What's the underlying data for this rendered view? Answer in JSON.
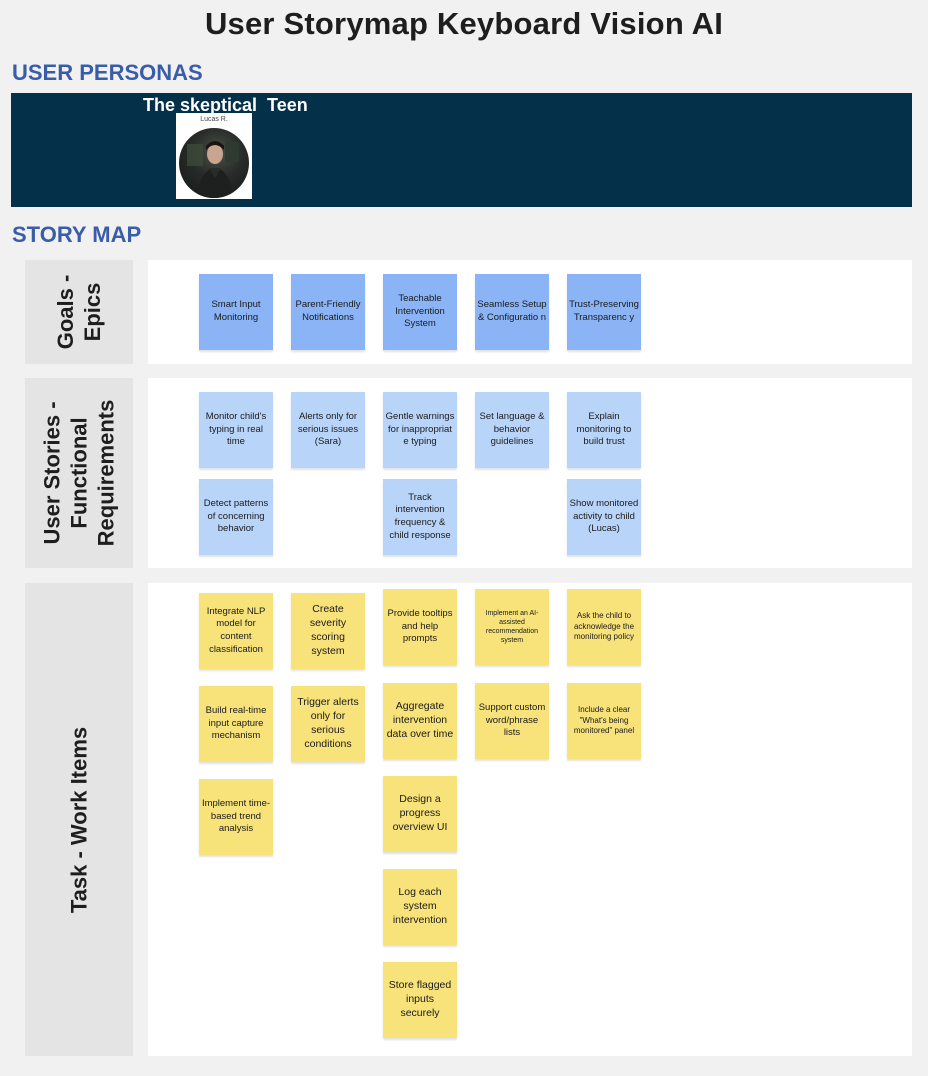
{
  "title": "User Storymap Keyboard Vision AI",
  "sections": {
    "personas_label": "USER PERSONAS",
    "storymap_label": "STORY MAP"
  },
  "persona": {
    "title": "The skeptical  Teen",
    "name": "Lucas R."
  },
  "rows": {
    "goals_label": "Goals -\nEpics",
    "stories_label": "User Stories -\nFunctional\nRequirements",
    "tasks_label": "Task - Work Items"
  },
  "epics": [
    "Smart Input Monitoring",
    "Parent-Friendly Notifications",
    "Teachable Intervention System",
    "Seamless Setup & Configuratio n",
    "Trust-Preserving Transparenc y"
  ],
  "stories": [
    "Monitor child's typing in real time",
    "Alerts only for serious issues (Sara)",
    "Gentle warnings for inappropriat e typing",
    "Set language & behavior guidelines",
    "Explain monitoring to build trust",
    "Detect patterns of concerning behavior",
    "Track intervention frequency & child response",
    "Show monitored activity to child (Lucas)"
  ],
  "tasks": [
    "Integrate NLP model for content classification",
    "Build real-time input capture mechanism",
    "Implement time-based trend analysis",
    "Create severity scoring system",
    "Trigger alerts only for serious conditions",
    "Provide tooltips and help prompts",
    "Aggregate intervention data over time",
    "Design a progress overview UI",
    "Log each system intervention",
    "Store flagged inputs securely",
    "Implement an AI-assisted recommendation system",
    "Support custom word/phrase lists",
    "Ask the   child to acknowledge the monitoring policy",
    "Include a clear \"What's being monitored\" panel"
  ],
  "colors": {
    "band": "#04304a",
    "section_label": "#3a5dab",
    "epic": "#8ab4f6",
    "story": "#b9d4f9",
    "task": "#f8e27a"
  }
}
